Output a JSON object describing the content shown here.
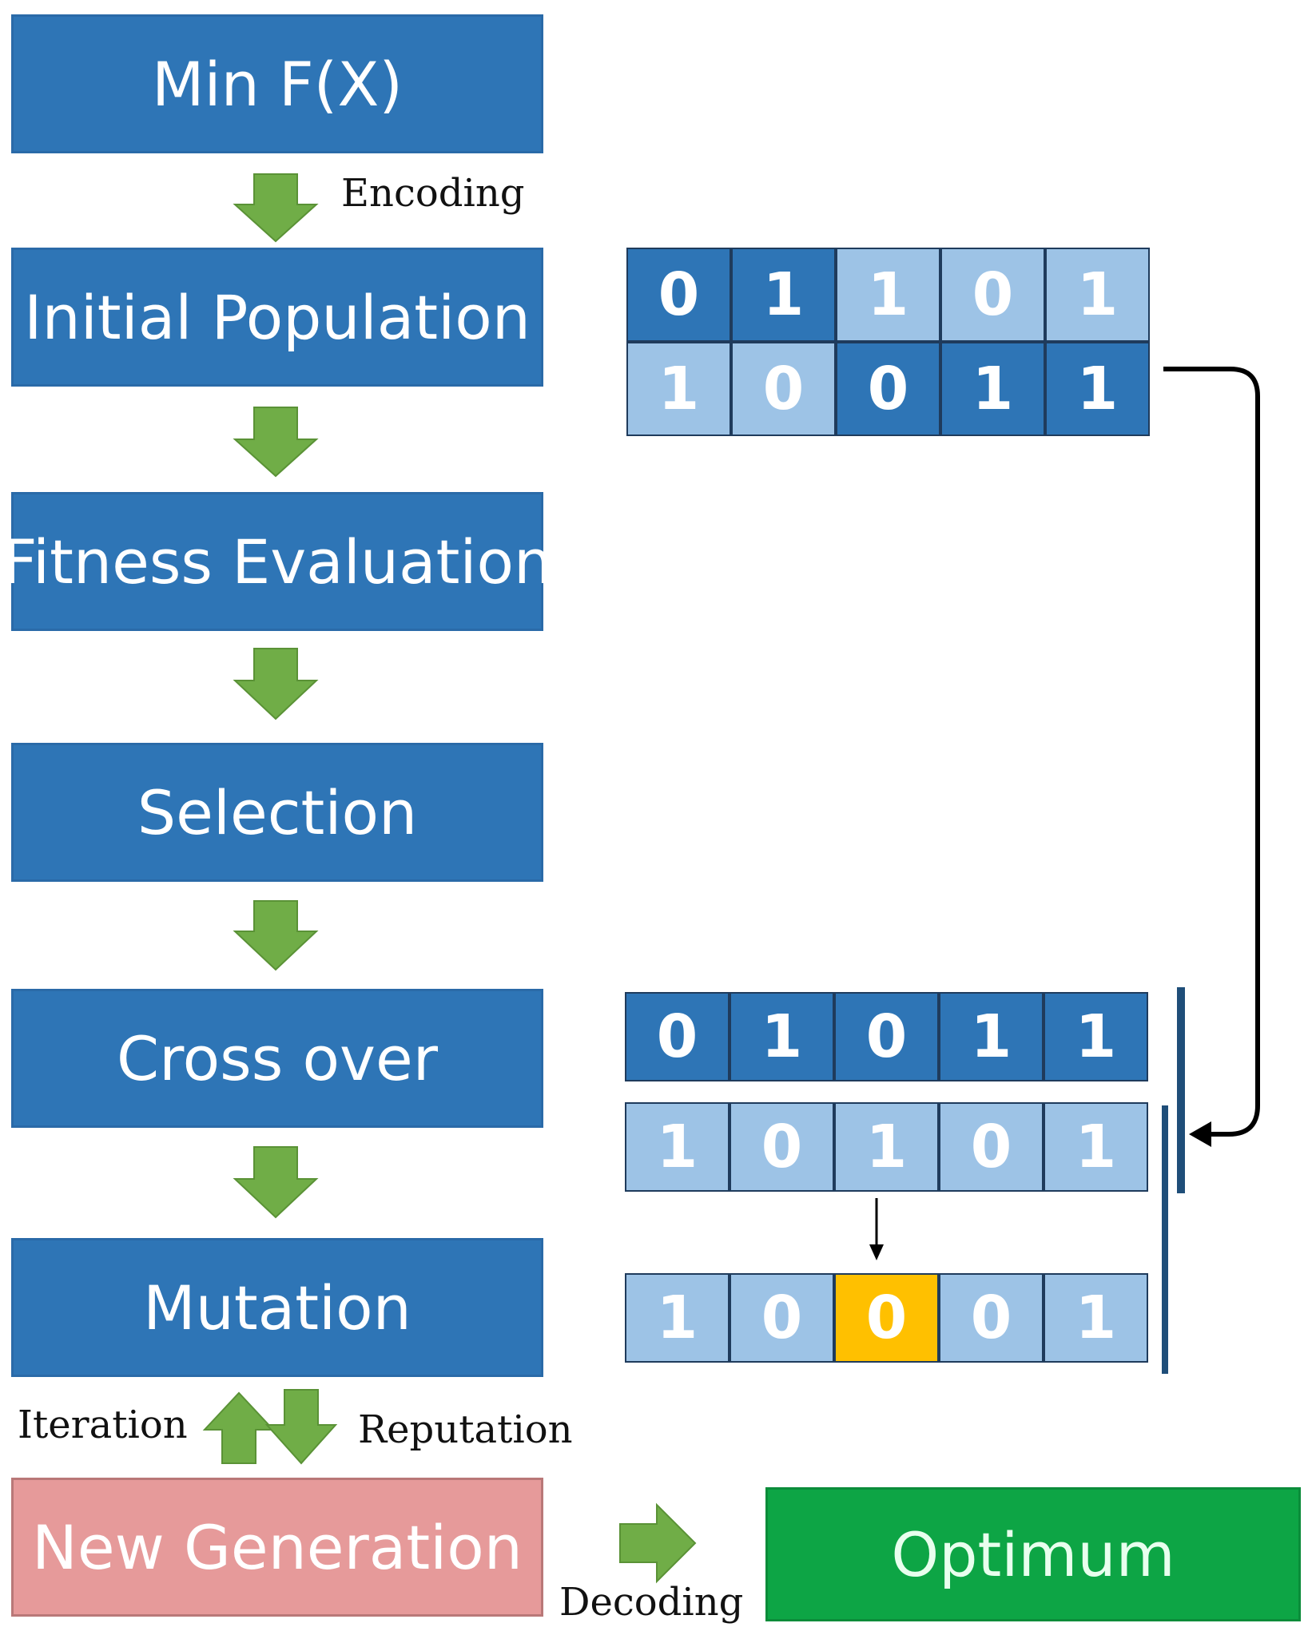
{
  "steps": {
    "min_fx": "Min F(X)",
    "initial_population": "Initial Population",
    "fitness_evaluation": "Fitness Evaluation",
    "selection": "Selection",
    "cross_over": "Cross over",
    "mutation": "Mutation",
    "new_generation": "New Generation",
    "optimum": "Optimum"
  },
  "labels": {
    "encoding": "Encoding",
    "iteration": "Iteration",
    "reputation": "Reputation",
    "decoding": "Decoding"
  },
  "chromosomes": {
    "initial": [
      [
        {
          "v": "0",
          "shade": "dark"
        },
        {
          "v": "1",
          "shade": "dark"
        },
        {
          "v": "1",
          "shade": "light"
        },
        {
          "v": "0",
          "shade": "light"
        },
        {
          "v": "1",
          "shade": "light"
        }
      ],
      [
        {
          "v": "1",
          "shade": "light"
        },
        {
          "v": "0",
          "shade": "light"
        },
        {
          "v": "0",
          "shade": "dark"
        },
        {
          "v": "1",
          "shade": "dark"
        },
        {
          "v": "1",
          "shade": "dark"
        }
      ]
    ],
    "crossover": [
      [
        {
          "v": "0",
          "shade": "dark"
        },
        {
          "v": "1",
          "shade": "dark"
        },
        {
          "v": "0",
          "shade": "dark"
        },
        {
          "v": "1",
          "shade": "dark"
        },
        {
          "v": "1",
          "shade": "dark"
        }
      ],
      [
        {
          "v": "1",
          "shade": "light"
        },
        {
          "v": "0",
          "shade": "light"
        },
        {
          "v": "1",
          "shade": "light"
        },
        {
          "v": "0",
          "shade": "light"
        },
        {
          "v": "1",
          "shade": "light"
        }
      ]
    ],
    "mutation": [
      [
        {
          "v": "1",
          "shade": "light"
        },
        {
          "v": "0",
          "shade": "light"
        },
        {
          "v": "0",
          "shade": "highlight"
        },
        {
          "v": "0",
          "shade": "light"
        },
        {
          "v": "1",
          "shade": "light"
        }
      ]
    ]
  },
  "colors": {
    "step_blue": "#2e75b6",
    "cell_light": "#9dc3e6",
    "mutated_bit": "#ffc000",
    "new_generation": "#e69a9a",
    "optimum": "#0da545",
    "flow_arrow": "#70ad47"
  }
}
